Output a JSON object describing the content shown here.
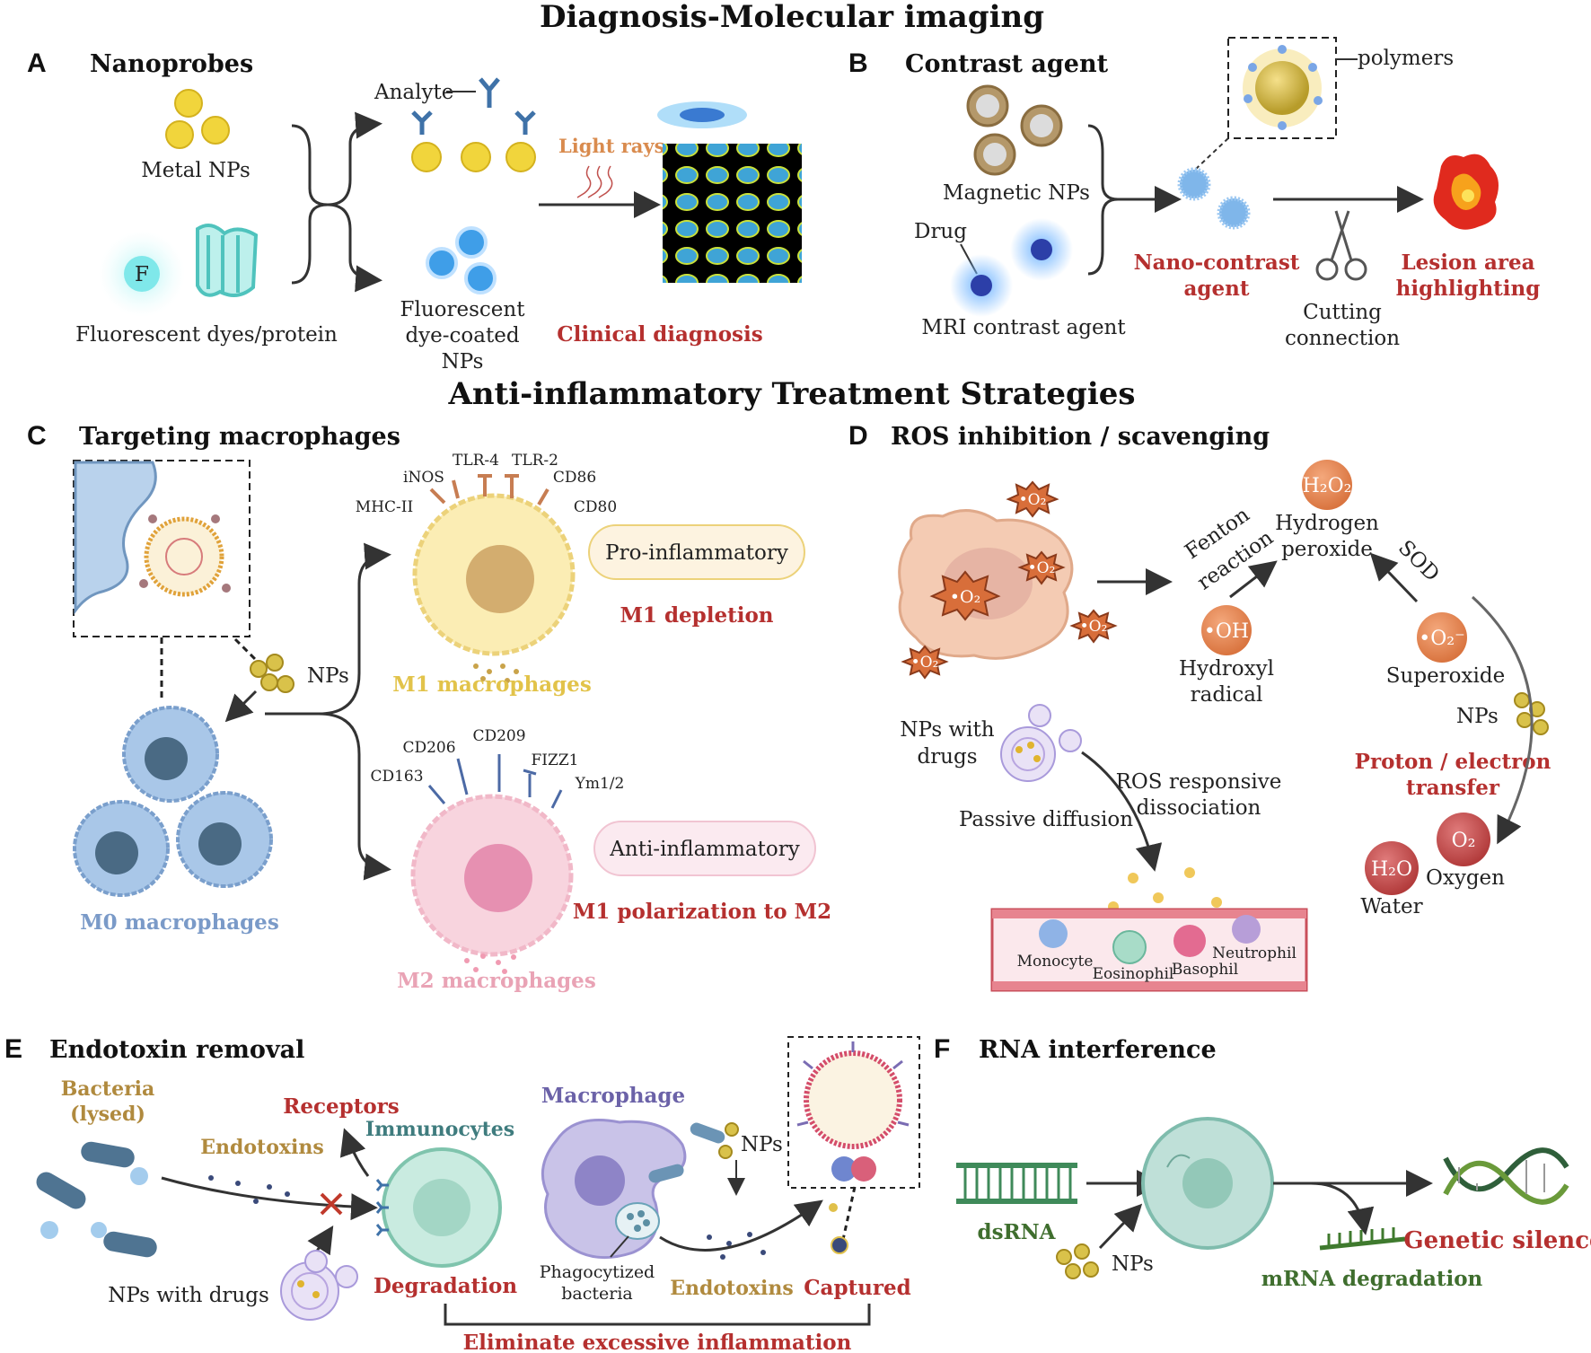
{
  "headings": {
    "top": "Diagnosis-Molecular imaging",
    "middle": "Anti-inflammatory Treatment Strategies"
  },
  "panel_a": {
    "letter": "A",
    "title": "Nanoprobes",
    "metal_nps": "Metal NPs",
    "fluor_icon": "F",
    "fluorescent_dyes": "Fluorescent dyes/protein",
    "analyte": "Analyte",
    "fluor_np_1": "Fluorescent",
    "fluor_np_2": "dye-coated",
    "fluor_np_3": "NPs",
    "light_rays": "Light rays",
    "clinical": "Clinical diagnosis"
  },
  "panel_b": {
    "letter": "B",
    "title": "Contrast agent",
    "magnetic": "Magnetic NPs",
    "drug": "Drug",
    "mri": "MRI contrast agent",
    "polymers": "polymers",
    "nano_1": "Nano-contrast",
    "nano_2": "agent",
    "cutting_1": "Cutting",
    "cutting_2": "connection",
    "lesion_1": "Lesion area",
    "lesion_2": "highlighting"
  },
  "panel_c": {
    "letter": "C",
    "title": "Targeting macrophages",
    "nps": "NPs",
    "m0": "M0 macrophages",
    "inos": "iNOS",
    "tlr4": "TLR-4",
    "tlr2": "TLR-2",
    "cd86": "CD86",
    "mhc": "MHC-II",
    "cd80": "CD80",
    "pro": "Pro-inflammatory",
    "m1_depletion": "M1 depletion",
    "m1": "M1 macrophages",
    "cd206": "CD206",
    "cd209": "CD209",
    "fizz1": "FIZZ1",
    "cd163": "CD163",
    "ym": "Ym1/2",
    "anti": "Anti-inflammatory",
    "m1_m2": "M1 polarization to M2",
    "m2": "M2 macrophages"
  },
  "panel_d": {
    "letter": "D",
    "title": "ROS inhibition / scavenging",
    "o2_radical": "•O₂",
    "h2o2": "H₂O₂",
    "hydrogen": "Hydrogen",
    "peroxide": "peroxide",
    "fenton_1": "Fenton",
    "fenton_2": "reaction",
    "sod": "SOD",
    "oh": "•OH",
    "hydroxyl_1": "Hydroxyl",
    "hydroxyl_2": "radical",
    "o2_super": "•O₂⁻",
    "superoxide": "Superoxide",
    "nps": "NPs",
    "proton_1": "Proton / electron",
    "proton_2": "transfer",
    "o2": "O₂",
    "oxygen": "Oxygen",
    "h2o": "H₂O",
    "water": "Water",
    "nps_drugs_1": "NPs with",
    "nps_drugs_2": "drugs",
    "ros_1": "ROS responsive",
    "ros_2": "dissociation",
    "passive": "Passive diffusion",
    "monocyte": "Monocyte",
    "eosinophil": "Eosinophil",
    "basophil": "Basophil",
    "neutrophil": "Neutrophil"
  },
  "panel_e": {
    "letter": "E",
    "title": "Endotoxin removal",
    "bacteria_1": "Bacteria",
    "bacteria_2": "(lysed)",
    "receptors": "Receptors",
    "immunocytes": "Immunocytes",
    "endotoxins": "Endotoxins",
    "nps_drugs": "NPs with drugs",
    "degradation": "Degradation",
    "macrophage": "Macrophage",
    "nps": "NPs",
    "phago_1": "Phagocytized",
    "phago_2": "bacteria",
    "endotoxins_2": "Endotoxins",
    "captured": "Captured",
    "eliminate": "Eliminate excessive inflammation"
  },
  "panel_f": {
    "letter": "F",
    "title": "RNA interference",
    "dsrna": "dsRNA",
    "nps": "NPs",
    "mrna": "mRNA degradation",
    "genetic": "Genetic silence"
  }
}
